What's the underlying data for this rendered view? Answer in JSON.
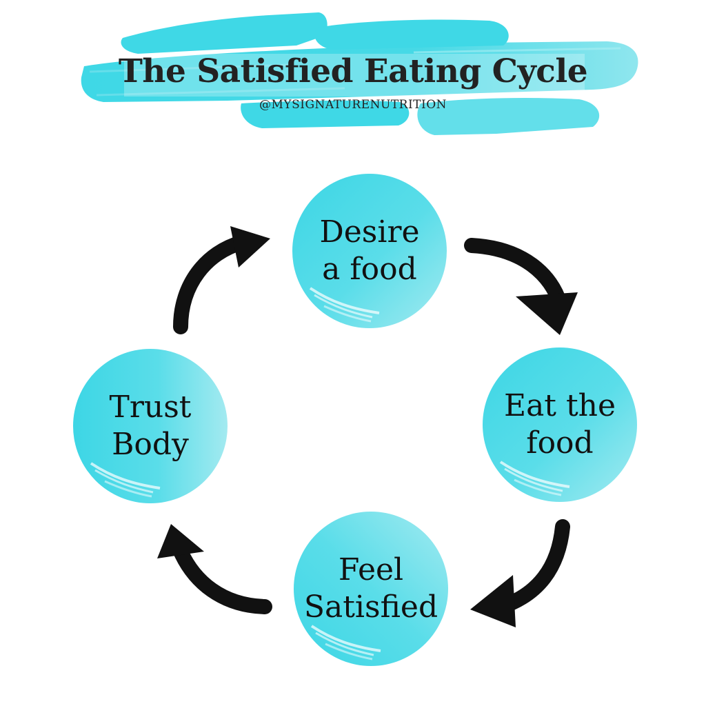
{
  "header": {
    "title": "The Satisfied Eating Cycle",
    "handle": "@MYSIGNATURENUTRITION"
  },
  "colors": {
    "brush": "#3fd8e6",
    "circle_dark": "#3dd6e5",
    "circle_light": "#9ce8ef",
    "arrow": "#111111",
    "text": "#111111"
  },
  "cycle": {
    "steps": [
      {
        "line1": "Desire",
        "line2": "a food"
      },
      {
        "line1": "Eat the",
        "line2": "food"
      },
      {
        "line1": "Feel",
        "line2": "Satisfied"
      },
      {
        "line1": "Trust",
        "line2": "Body"
      }
    ],
    "arrow_icon": "curved-arrow-icon"
  }
}
